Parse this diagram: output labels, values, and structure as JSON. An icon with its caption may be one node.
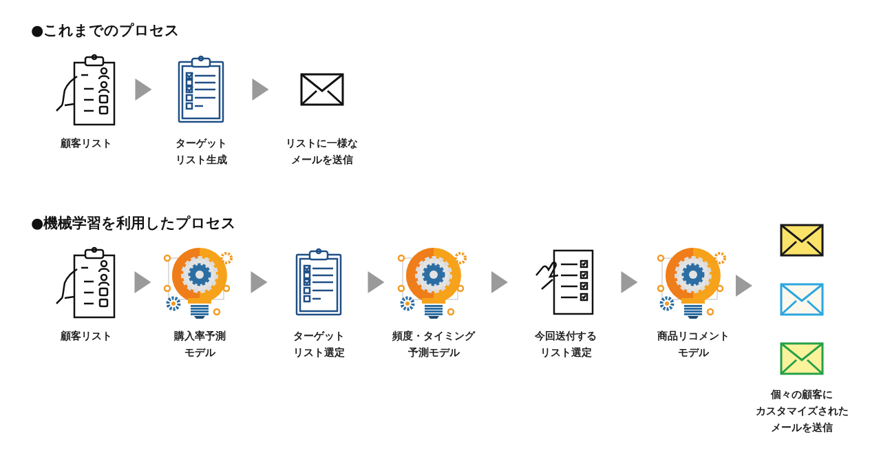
{
  "diagram": {
    "nodes": [
      {
        "text": [
          "顧客リスト"
        ]
      },
      {
        "text": [
          "ターゲットリスト生成"
        ]
      },
      {
        "text": [
          "リストに一様なメールを送信"
        ]
      },
      {
        "text": [
          "顧客リスト"
        ]
      },
      {
        "text": [
          "購入率予測モデル"
        ]
      },
      {
        "text": [
          "ターゲットリスト選定"
        ]
      },
      {
        "text": [
          "頻度・タイミング予測モデル"
        ]
      },
      {
        "text": [
          "今回送付するリスト選定"
        ]
      },
      {
        "text": [
          "商品リコメントモデル"
        ]
      },
      {
        "text": [
          "個々の顧客にカスタマイズされたメールを送信"
        ]
      }
    ],
    "edges": [
      {
        "from": 0,
        "to": 1,
        "arrow": "to"
      },
      {
        "from": 1,
        "to": 2,
        "arrow": "to"
      },
      {
        "from": 3,
        "to": 4,
        "arrow": "to"
      },
      {
        "from": 4,
        "to": 5,
        "arrow": "to"
      },
      {
        "from": 5,
        "to": 6,
        "arrow": "to"
      },
      {
        "from": 6,
        "to": 7,
        "arrow": "to"
      },
      {
        "from": 7,
        "to": 8,
        "arrow": "to"
      },
      {
        "from": 8,
        "to": 9,
        "arrow": "to"
      }
    ],
    "labels": [
      "●これまでのプロセス",
      "●機械学習を利用したプロセス"
    ]
  }
}
